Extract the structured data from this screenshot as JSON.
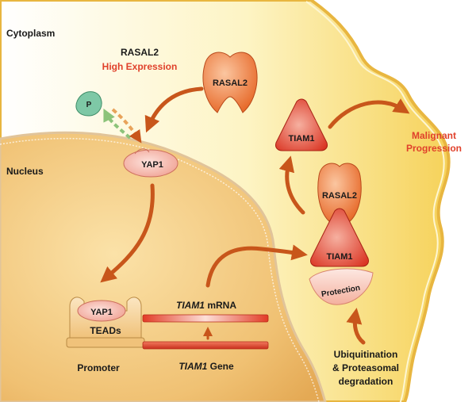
{
  "regions": {
    "cytoplasm": "Cytoplasm",
    "nucleus": "Nucleus"
  },
  "rasal2_header": {
    "name": "RASAL2",
    "expression": "High Expression"
  },
  "proteins": {
    "rasal2_top": "RASAL2",
    "tiam1_top": "TIAM1",
    "rasal2_complex": "RASAL2",
    "tiam1_complex": "TIAM1",
    "yap1_cytoplasm": "YAP1",
    "yap1_nucleus": "YAP1",
    "teads": "TEADs",
    "phosphate": "P"
  },
  "labels": {
    "malignant_line1": "Malignant",
    "malignant_line2": "Progression",
    "protection": "Protection",
    "mrna_gene": "TIAM1",
    "mrna_suffix": " mRNA",
    "gene_gene": "TIAM1",
    "gene_suffix": " Gene",
    "promoter": "Promoter",
    "degradation_line1": "Ubiquitination",
    "degradation_line2": "& Proteasomal",
    "degradation_line3": "degradation"
  },
  "colors": {
    "arrow": "#c8561b",
    "highlight_text": "#e0412b",
    "cell_fill": "#fdf1b4",
    "nucleus_fill": "#f0c173",
    "rasal2_fill": "#f08a4b",
    "tiam1_fill": "#e8432a",
    "yap1_fill": "#f7b4a8",
    "phosphate_fill": "#7ec8a6"
  }
}
